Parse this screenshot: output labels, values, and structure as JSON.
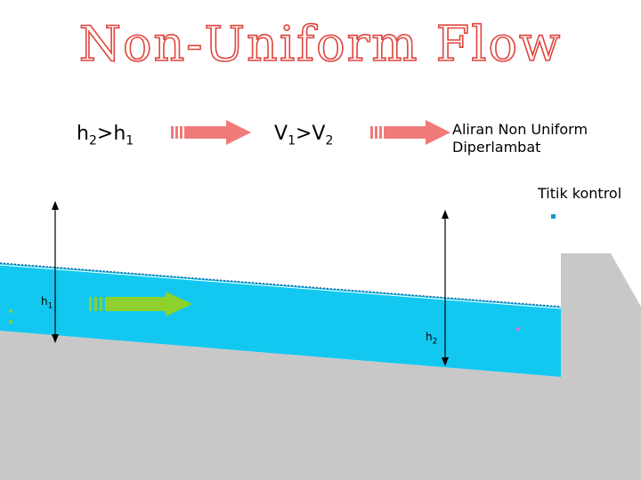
{
  "title": "Non-Uniform Flow",
  "formula1": {
    "left": "h",
    "left_sub": "2",
    "op": ">",
    "right": "h",
    "right_sub": "1"
  },
  "formula2": {
    "left": "V",
    "left_sub": "1",
    "op": ">",
    "right": "V",
    "right_sub": "2"
  },
  "result": {
    "line1": "Aliran Non Uniform",
    "line2": "Diperlambat"
  },
  "control_point_label": "Titik kontrol",
  "depth_label_1": {
    "base": "h",
    "sub": "1"
  },
  "depth_label_2": {
    "base": "h",
    "sub": "2"
  },
  "colors": {
    "title_outline": "#e0443c",
    "process_arrow": "#f07a78",
    "water": "#12c8f0",
    "ground": "#c8c8c8",
    "flow_arrow": "#8ed02c"
  },
  "icons": {
    "process_arrow": "arrow-right-icon",
    "flow_arrow": "flow-direction-arrow-icon"
  }
}
